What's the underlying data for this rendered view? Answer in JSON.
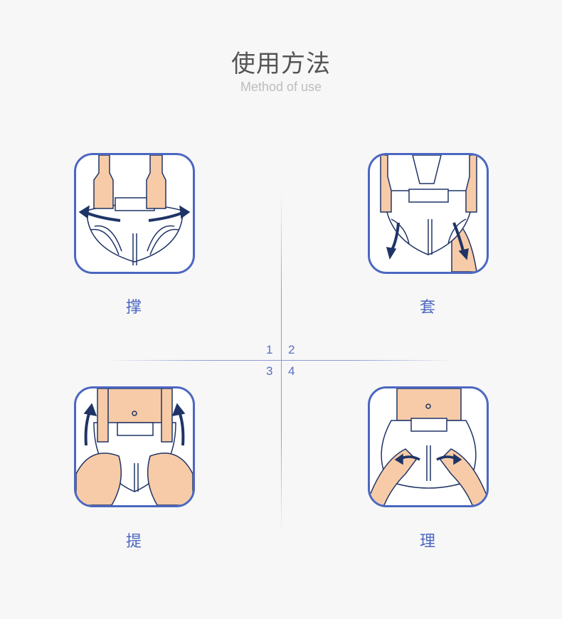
{
  "header": {
    "title": "使用方法",
    "subtitle": "Method of use"
  },
  "steps": [
    {
      "number": "1",
      "label": "撑",
      "icon": "diaper-stretch-icon"
    },
    {
      "number": "2",
      "label": "套",
      "icon": "diaper-put-on-icon"
    },
    {
      "number": "3",
      "label": "提",
      "icon": "diaper-pull-up-icon"
    },
    {
      "number": "4",
      "label": "理",
      "icon": "diaper-adjust-icon"
    }
  ],
  "colors": {
    "accent": "#4c67c0",
    "skin": "#f7cba7",
    "outline": "#1f3466"
  }
}
